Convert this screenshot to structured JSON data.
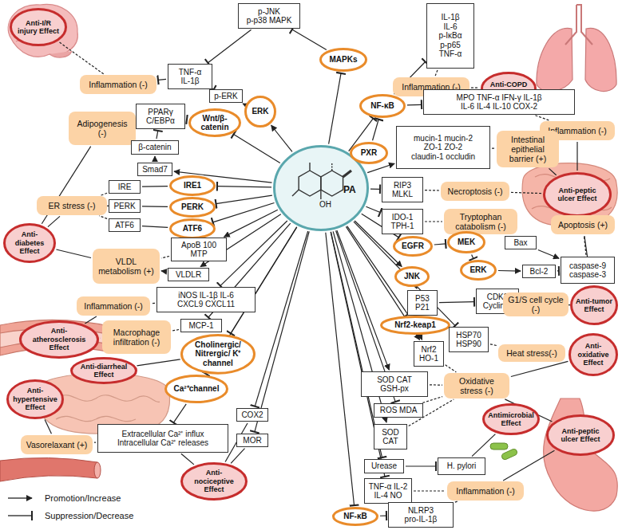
{
  "diagram": {
    "nodes": [
      {
        "text": [
          "Anti-I/R injury Effect"
        ]
      },
      {
        "text": [
          "Inflammation (-)"
        ]
      },
      {
        "text": [
          "TNF-α",
          "IL-1β"
        ]
      },
      {
        "text": [
          "p-JNK",
          "p-p38 MAPK"
        ]
      },
      {
        "text": [
          "p-ERK"
        ]
      },
      {
        "text": [
          "MAPKs"
        ]
      },
      {
        "text": [
          "IL-1β",
          "IL-6",
          "p-IκBα",
          "p-p65",
          "TNF-α"
        ]
      },
      {
        "text": [
          "Inflammation (-)"
        ]
      },
      {
        "text": [
          "Anti-COPD Effect"
        ]
      },
      {
        "text": [
          "NF-κB"
        ]
      },
      {
        "text": [
          "MPO TNF-α IFN-γ IL-1β",
          "IL-6 IL-4 IL-10 COX-2"
        ]
      },
      {
        "text": [
          "Inflammation (-)"
        ]
      },
      {
        "text": [
          "Adipogenesis (-)"
        ]
      },
      {
        "text": [
          "PPARγ",
          "C/EBPα"
        ]
      },
      {
        "text": [
          "Wnt/β-catenin"
        ]
      },
      {
        "text": [
          "ERK"
        ]
      },
      {
        "text": [
          "β-catenin"
        ]
      },
      {
        "text": [
          "Smad7"
        ]
      },
      {
        "text": [
          "IRE"
        ]
      },
      {
        "text": [
          "IRE1"
        ]
      },
      {
        "text": [
          "ER stress (-)"
        ]
      },
      {
        "text": [
          "PERK"
        ]
      },
      {
        "text": [
          "PERK"
        ]
      },
      {
        "text": [
          "ATF6"
        ]
      },
      {
        "text": [
          "ATF6"
        ]
      },
      {
        "text": [
          "Anti-diabetes Effect"
        ]
      },
      {
        "text": [
          "PA"
        ]
      },
      {
        "text": [
          "PXR"
        ]
      },
      {
        "text": [
          "mucin-1 mucin-2",
          "ZO-1 ZO-2",
          "claudin-1 occludin"
        ]
      },
      {
        "text": [
          "Intestinal epithelial barrier (+)"
        ]
      },
      {
        "text": [
          "RIP3",
          "MLKL"
        ]
      },
      {
        "text": [
          "Necroptosis (-)"
        ]
      },
      {
        "text": [
          "Anti-peptic ulcer Effect"
        ]
      },
      {
        "text": [
          "IDO-1",
          "TPH-1"
        ]
      },
      {
        "text": [
          "Tryptophan catabolism (-)"
        ]
      },
      {
        "text": [
          "ApoB 100",
          "MTP"
        ]
      },
      {
        "text": [
          "VLDL metabolism (+)"
        ]
      },
      {
        "text": [
          "VLDLR"
        ]
      },
      {
        "text": [
          "iNOS IL-1β IL-6",
          "CXCL9 CXCL11"
        ]
      },
      {
        "text": [
          "Inflammation (-)"
        ]
      },
      {
        "text": [
          "MCP-1"
        ]
      },
      {
        "text": [
          "Macrophage infiltration (-)"
        ]
      },
      {
        "text": [
          "Anti-atherosclerosis Effect"
        ]
      },
      {
        "text": [
          "Apoptosis (+)"
        ]
      },
      {
        "text": [
          "EGFR"
        ]
      },
      {
        "text": [
          "MEK"
        ]
      },
      {
        "text": [
          "Bax"
        ]
      },
      {
        "text": [
          "ERK"
        ]
      },
      {
        "text": [
          "Bcl-2"
        ]
      },
      {
        "text": [
          "caspase-9",
          "caspase-3"
        ]
      },
      {
        "text": [
          "JNK"
        ]
      },
      {
        "text": [
          "P53",
          "P21"
        ]
      },
      {
        "text": [
          "CDK2",
          "Cyclin E"
        ]
      },
      {
        "text": [
          "G1/S cell cycle (-)"
        ]
      },
      {
        "text": [
          "Anti-tumor Effect"
        ]
      },
      {
        "text": [
          "Cholinergic/ Nitrergic/ K⁺ channel"
        ]
      },
      {
        "text": [
          "Anti-diarrheal Effect"
        ]
      },
      {
        "text": [
          "Ca²⁺channel"
        ]
      },
      {
        "text": [
          "Anti-hypertensive Effect"
        ]
      },
      {
        "text": [
          "Vasorelaxant (+)"
        ]
      },
      {
        "text": [
          "Extracellular Ca²⁺ influx",
          "Intracellular Ca²⁺ releases"
        ]
      },
      {
        "text": [
          "COX2"
        ]
      },
      {
        "text": [
          "MOR"
        ]
      },
      {
        "text": [
          "Anti-nociceptive Effect"
        ]
      },
      {
        "text": [
          "Nrf2-keap1"
        ]
      },
      {
        "text": [
          "HSP70",
          "HSP90"
        ]
      },
      {
        "text": [
          "Heat stress(-)"
        ]
      },
      {
        "text": [
          "Anti-oxidative Effect"
        ]
      },
      {
        "text": [
          "Nrf2",
          "HO-1"
        ]
      },
      {
        "text": [
          "SOD CAT",
          "GSH-px"
        ]
      },
      {
        "text": [
          "Oxidative stress (-)"
        ]
      },
      {
        "text": [
          "ROS MDA"
        ]
      },
      {
        "text": [
          "SOD",
          "CAT"
        ]
      },
      {
        "text": [
          "Antimicrobial Effect"
        ]
      },
      {
        "text": [
          "Anti-peptic ulcer Effect"
        ]
      },
      {
        "text": [
          "Urease"
        ]
      },
      {
        "text": [
          "H. pylori"
        ]
      },
      {
        "text": [
          "TNF-α IL-2",
          "IL-4 NO"
        ]
      },
      {
        "text": [
          "Inflammation (-)"
        ]
      },
      {
        "text": [
          "NF-κB"
        ]
      },
      {
        "text": [
          "NLRP3",
          "pro-IL-1β"
        ]
      }
    ],
    "edges": [
      {
        "from": 26,
        "to": 5,
        "arrow": "to"
      },
      {
        "from": 26,
        "to": 9,
        "arrow": "to"
      },
      {
        "from": 26,
        "to": 27,
        "arrow": "to"
      },
      {
        "from": 26,
        "to": 28,
        "arrow": "to"
      },
      {
        "from": 26,
        "to": 30,
        "arrow": "to"
      },
      {
        "from": 26,
        "to": 33,
        "arrow": "to"
      },
      {
        "from": 26,
        "to": 44,
        "arrow": "to"
      },
      {
        "from": 26,
        "to": 50,
        "arrow": "to"
      },
      {
        "from": 26,
        "to": 64,
        "arrow": "to"
      },
      {
        "from": 26,
        "to": 65,
        "arrow": "to"
      },
      {
        "from": 26,
        "to": 68,
        "arrow": "to"
      },
      {
        "from": 26,
        "to": 69,
        "arrow": "to"
      },
      {
        "from": 26,
        "to": 71,
        "arrow": "to"
      },
      {
        "from": 26,
        "to": 72,
        "arrow": "to"
      },
      {
        "from": 26,
        "to": 75,
        "arrow": "to"
      },
      {
        "from": 26,
        "to": 77,
        "arrow": "to"
      },
      {
        "from": 26,
        "to": 79,
        "arrow": "to"
      },
      {
        "from": 26,
        "to": 62,
        "arrow": "to"
      },
      {
        "from": 26,
        "to": 61,
        "arrow": "to"
      },
      {
        "from": 26,
        "to": 57,
        "arrow": "to"
      },
      {
        "from": 26,
        "to": 55,
        "arrow": "to"
      },
      {
        "from": 26,
        "to": 40,
        "arrow": "to"
      },
      {
        "from": 26,
        "to": 38,
        "arrow": "to"
      },
      {
        "from": 26,
        "to": 37,
        "arrow": "to"
      },
      {
        "from": 26,
        "to": 35,
        "arrow": "to"
      },
      {
        "from": 26,
        "to": 24,
        "arrow": "to"
      },
      {
        "from": 26,
        "to": 22,
        "arrow": "to"
      },
      {
        "from": 26,
        "to": 19,
        "arrow": "to"
      },
      {
        "from": 26,
        "to": 17,
        "arrow": "to"
      },
      {
        "from": 26,
        "to": 14,
        "arrow": "to"
      },
      {
        "from": 26,
        "to": 15,
        "arrow": "to"
      },
      {
        "from": 15,
        "to": 4,
        "arrow": "to"
      },
      {
        "from": 4,
        "to": 2,
        "arrow": "to"
      },
      {
        "from": 5,
        "to": 3,
        "arrow": "to"
      },
      {
        "from": 3,
        "to": 2,
        "arrow": "to"
      },
      {
        "from": 2,
        "to": 1,
        "arrow": "to"
      },
      {
        "from": 1,
        "to": 0,
        "arrow": "none"
      },
      {
        "from": 9,
        "to": 6,
        "arrow": "to"
      },
      {
        "from": 6,
        "to": 7,
        "arrow": "none"
      },
      {
        "from": 7,
        "to": 8,
        "arrow": "none"
      },
      {
        "from": 9,
        "to": 10,
        "arrow": "to"
      },
      {
        "from": 10,
        "to": 11,
        "arrow": "none"
      },
      {
        "from": 11,
        "to": 32,
        "arrow": "none"
      },
      {
        "from": 27,
        "to": 9,
        "arrow": "to"
      },
      {
        "from": 28,
        "to": 29,
        "arrow": "none"
      },
      {
        "from": 29,
        "to": 32,
        "arrow": "none"
      },
      {
        "from": 30,
        "to": 31,
        "arrow": "none"
      },
      {
        "from": 31,
        "to": 32,
        "arrow": "none"
      },
      {
        "from": 33,
        "to": 34,
        "arrow": "none"
      },
      {
        "from": 14,
        "to": 13,
        "arrow": "to"
      },
      {
        "from": 17,
        "to": 16,
        "arrow": "to"
      },
      {
        "from": 16,
        "to": 13,
        "arrow": "to"
      },
      {
        "from": 13,
        "to": 12,
        "arrow": "none"
      },
      {
        "from": 19,
        "to": 18,
        "arrow": "none"
      },
      {
        "from": 22,
        "to": 21,
        "arrow": "none"
      },
      {
        "from": 24,
        "to": 23,
        "arrow": "none"
      },
      {
        "from": 18,
        "to": 20,
        "arrow": "none"
      },
      {
        "from": 21,
        "to": 20,
        "arrow": "none"
      },
      {
        "from": 23,
        "to": 20,
        "arrow": "none"
      },
      {
        "from": 12,
        "to": 25,
        "arrow": "none"
      },
      {
        "from": 20,
        "to": 25,
        "arrow": "none"
      },
      {
        "from": 36,
        "to": 25,
        "arrow": "none"
      },
      {
        "from": 35,
        "to": 36,
        "arrow": "none"
      },
      {
        "from": 37,
        "to": 36,
        "arrow": "to"
      },
      {
        "from": 38,
        "to": 39,
        "arrow": "none"
      },
      {
        "from": 39,
        "to": 42,
        "arrow": "none"
      },
      {
        "from": 40,
        "to": 41,
        "arrow": "none"
      },
      {
        "from": 41,
        "to": 42,
        "arrow": "none"
      },
      {
        "from": 44,
        "to": 45,
        "arrow": "to"
      },
      {
        "from": 45,
        "to": 47,
        "arrow": "to"
      },
      {
        "from": 47,
        "to": 48,
        "arrow": "to"
      },
      {
        "from": 46,
        "to": 49,
        "arrow": "to"
      },
      {
        "from": 48,
        "to": 49,
        "arrow": "to"
      },
      {
        "from": 49,
        "to": 43,
        "arrow": "none"
      },
      {
        "from": 43,
        "to": 54,
        "arrow": "none"
      },
      {
        "from": 50,
        "to": 51,
        "arrow": "to"
      },
      {
        "from": 51,
        "to": 52,
        "arrow": "to"
      },
      {
        "from": 52,
        "to": 53,
        "arrow": "none"
      },
      {
        "from": 53,
        "to": 54,
        "arrow": "none"
      },
      {
        "from": 64,
        "to": 68,
        "arrow": "to"
      },
      {
        "from": 65,
        "to": 66,
        "arrow": "none"
      },
      {
        "from": 66,
        "to": 67,
        "arrow": "none"
      },
      {
        "from": 68,
        "to": 70,
        "arrow": "none"
      },
      {
        "from": 69,
        "to": 70,
        "arrow": "none"
      },
      {
        "from": 71,
        "to": 70,
        "arrow": "none"
      },
      {
        "from": 72,
        "to": 70,
        "arrow": "none"
      },
      {
        "from": 70,
        "to": 67,
        "arrow": "none"
      },
      {
        "from": 70,
        "to": 74,
        "arrow": "none"
      },
      {
        "from": 75,
        "to": 76,
        "arrow": "to"
      },
      {
        "from": 76,
        "to": 73,
        "arrow": "none"
      },
      {
        "from": 77,
        "to": 78,
        "arrow": "none"
      },
      {
        "from": 78,
        "to": 74,
        "arrow": "none"
      },
      {
        "from": 79,
        "to": 80,
        "arrow": "to"
      },
      {
        "from": 80,
        "to": 78,
        "arrow": "none"
      },
      {
        "from": 57,
        "to": 60,
        "arrow": "to"
      },
      {
        "from": 60,
        "to": 59,
        "arrow": "none"
      },
      {
        "from": 59,
        "to": 58,
        "arrow": "none"
      },
      {
        "from": 60,
        "to": 63,
        "arrow": "none"
      },
      {
        "from": 61,
        "to": 63,
        "arrow": "none"
      },
      {
        "from": 62,
        "to": 63,
        "arrow": "none"
      },
      {
        "from": 55,
        "to": 56,
        "arrow": "none"
      }
    ],
    "labels": [
      "OH"
    ],
    "legend": [
      {
        "text": "Promotion/Increase"
      },
      {
        "text": "Suppression/Decrease"
      }
    ]
  }
}
